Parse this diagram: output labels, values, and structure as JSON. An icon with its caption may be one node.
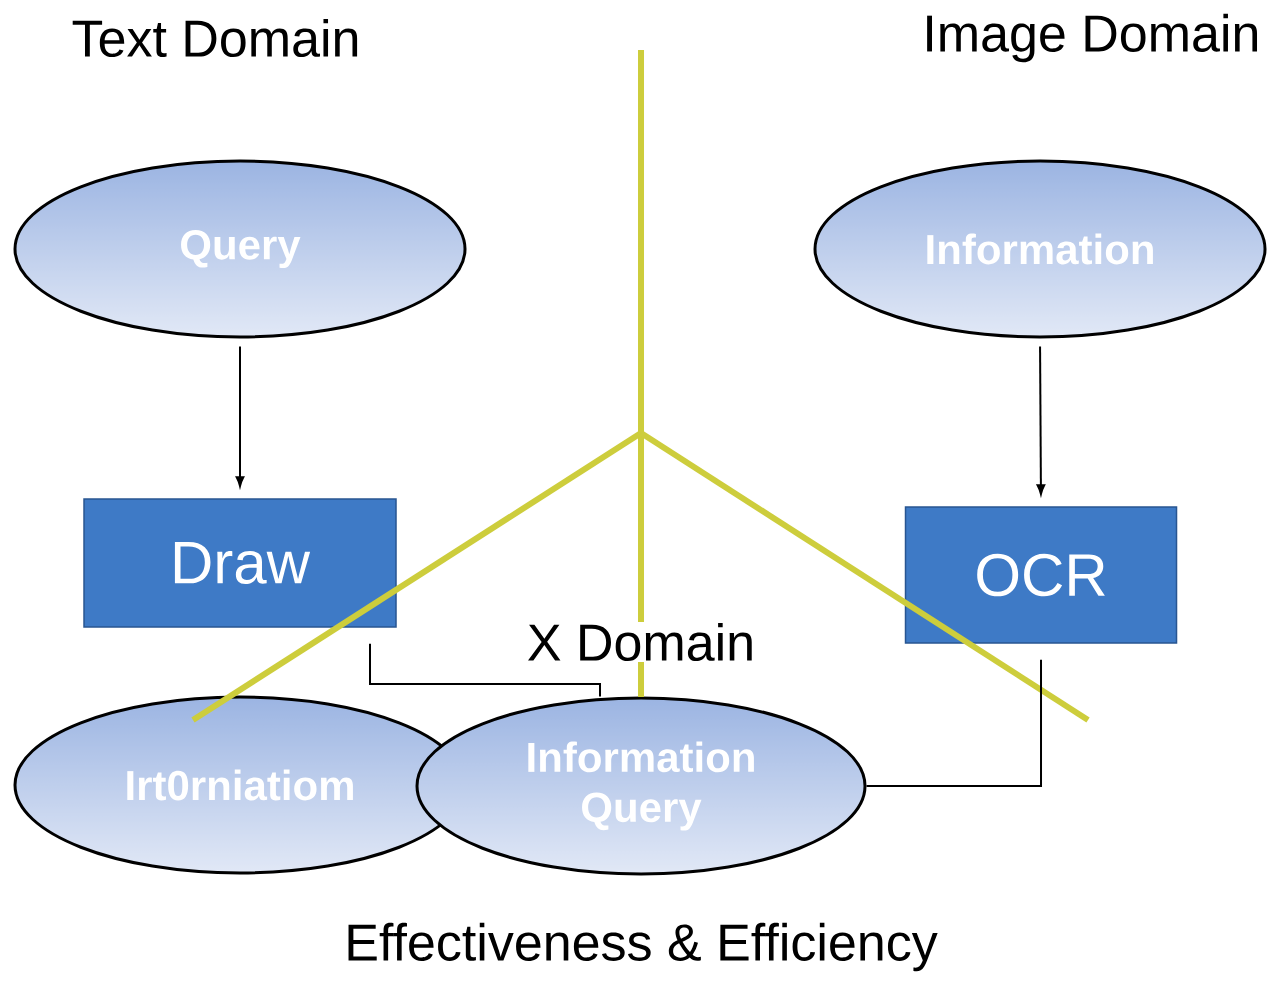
{
  "diagram": {
    "nodes": [
      {
        "text": [
          "Query"
        ]
      },
      {
        "text": [
          "Information"
        ]
      },
      {
        "text": [
          "Draw"
        ]
      },
      {
        "text": [
          "OCR"
        ]
      },
      {
        "text": [
          "Irt0rniatiom"
        ]
      },
      {
        "text": [
          "Information Query"
        ]
      }
    ],
    "edges": [
      {
        "from": 0,
        "to": 2,
        "arrow": "to"
      },
      {
        "from": 1,
        "to": 3,
        "arrow": "to"
      },
      {
        "from": 2,
        "to": 5,
        "arrow": "none"
      },
      {
        "from": 3,
        "to": 5,
        "arrow": "none"
      }
    ],
    "labels": [
      "Text Domain",
      "Image Domain",
      "X Domain",
      "Effectiveness & Efficiency"
    ]
  }
}
